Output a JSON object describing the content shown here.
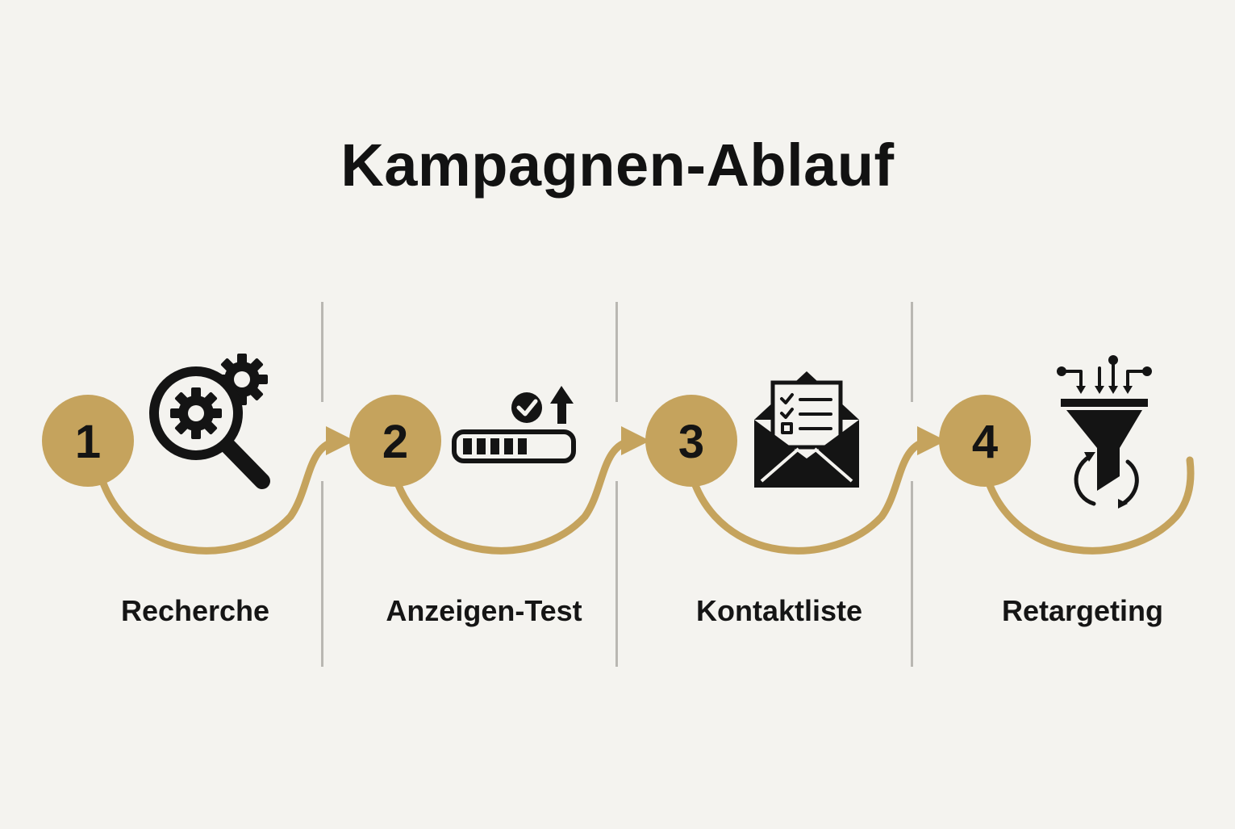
{
  "title": "Kampagnen-Ablauf",
  "colors": {
    "background": "#f4f3ef",
    "accent": "#c5a35d",
    "ink": "#141414",
    "divider": "#b9b7b2"
  },
  "steps": [
    {
      "number": "1",
      "label": "Recherche",
      "icon": "magnifier-gear-icon"
    },
    {
      "number": "2",
      "label": "Anzeigen-Test",
      "icon": "progress-bar-check-arrow-icon"
    },
    {
      "number": "3",
      "label": "Kontaktliste",
      "icon": "envelope-checklist-icon"
    },
    {
      "number": "4",
      "label": "Retargeting",
      "icon": "funnel-cycle-icon"
    }
  ]
}
